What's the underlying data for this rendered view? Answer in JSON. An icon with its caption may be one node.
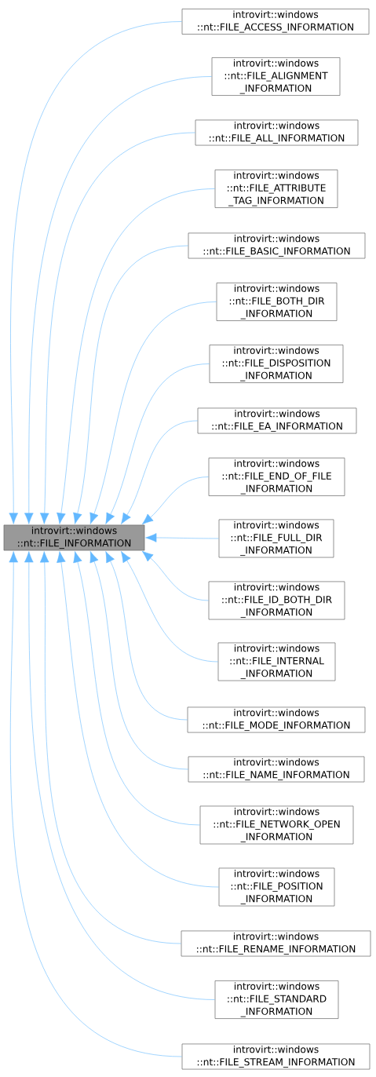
{
  "diagram": {
    "nodes": [
      {
        "text": [
          "introvirt::windows ::nt::FILE_INFORMATION"
        ]
      },
      {
        "text": [
          "introvirt::windows ::nt::FILE_ACCESS_INFORMATION"
        ]
      },
      {
        "text": [
          "introvirt::windows ::nt::FILE_ALIGNMENT _INFORMATION"
        ]
      },
      {
        "text": [
          "introvirt::windows ::nt::FILE_ALL_INFORMATION"
        ]
      },
      {
        "text": [
          "introvirt::windows ::nt::FILE_ATTRIBUTE _TAG_INFORMATION"
        ]
      },
      {
        "text": [
          "introvirt::windows ::nt::FILE_BASIC_INFORMATION"
        ]
      },
      {
        "text": [
          "introvirt::windows ::nt::FILE_BOTH_DIR _INFORMATION"
        ]
      },
      {
        "text": [
          "introvirt::windows ::nt::FILE_DISPOSITION _INFORMATION"
        ]
      },
      {
        "text": [
          "introvirt::windows ::nt::FILE_EA_INFORMATION"
        ]
      },
      {
        "text": [
          "introvirt::windows ::nt::FILE_END_OF_FILE _INFORMATION"
        ]
      },
      {
        "text": [
          "introvirt::windows ::nt::FILE_FULL_DIR _INFORMATION"
        ]
      },
      {
        "text": [
          "introvirt::windows ::nt::FILE_ID_BOTH_DIR _INFORMATION"
        ]
      },
      {
        "text": [
          "introvirt::windows ::nt::FILE_INTERNAL _INFORMATION"
        ]
      },
      {
        "text": [
          "introvirt::windows ::nt::FILE_MODE_INFORMATION"
        ]
      },
      {
        "text": [
          "introvirt::windows ::nt::FILE_NAME_INFORMATION"
        ]
      },
      {
        "text": [
          "introvirt::windows ::nt::FILE_NETWORK_OPEN _INFORMATION"
        ]
      },
      {
        "text": [
          "introvirt::windows ::nt::FILE_POSITION _INFORMATION"
        ]
      },
      {
        "text": [
          "introvirt::windows ::nt::FILE_RENAME_INFORMATION"
        ]
      },
      {
        "text": [
          "introvirt::windows ::nt::FILE_STANDARD _INFORMATION"
        ]
      },
      {
        "text": [
          "introvirt::windows ::nt::FILE_STREAM_INFORMATION"
        ]
      }
    ],
    "edges": [
      {
        "from": 1,
        "to": 0,
        "arrow": "to"
      },
      {
        "from": 2,
        "to": 0,
        "arrow": "to"
      },
      {
        "from": 3,
        "to": 0,
        "arrow": "to"
      },
      {
        "from": 4,
        "to": 0,
        "arrow": "to"
      },
      {
        "from": 5,
        "to": 0,
        "arrow": "to"
      },
      {
        "from": 6,
        "to": 0,
        "arrow": "to"
      },
      {
        "from": 7,
        "to": 0,
        "arrow": "to"
      },
      {
        "from": 8,
        "to": 0,
        "arrow": "to"
      },
      {
        "from": 9,
        "to": 0,
        "arrow": "to"
      },
      {
        "from": 10,
        "to": 0,
        "arrow": "to"
      },
      {
        "from": 11,
        "to": 0,
        "arrow": "to"
      },
      {
        "from": 12,
        "to": 0,
        "arrow": "to"
      },
      {
        "from": 13,
        "to": 0,
        "arrow": "to"
      },
      {
        "from": 14,
        "to": 0,
        "arrow": "to"
      },
      {
        "from": 15,
        "to": 0,
        "arrow": "to"
      },
      {
        "from": 16,
        "to": 0,
        "arrow": "to"
      },
      {
        "from": 17,
        "to": 0,
        "arrow": "to"
      },
      {
        "from": 18,
        "to": 0,
        "arrow": "to"
      },
      {
        "from": 19,
        "to": 0,
        "arrow": "to"
      }
    ]
  }
}
